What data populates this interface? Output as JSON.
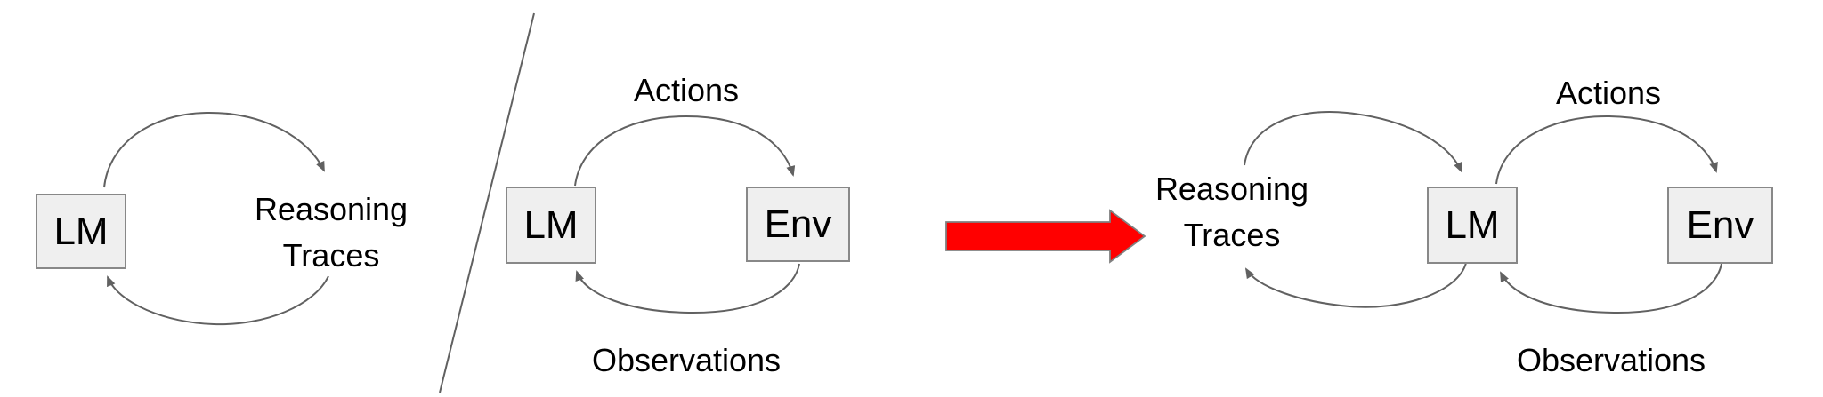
{
  "colors": {
    "accent_red": "#ff0000",
    "box_fill": "#efefef",
    "box_border": "#888888",
    "line": "#616161",
    "text": "#000000"
  },
  "icons": {
    "transform_arrow": "red-right-arrow",
    "divider": "diagonal-divider-line",
    "arrowhead": "gray-curved-arrowhead"
  },
  "reason_only_diagram": {
    "lm_label": "LM",
    "loop_label_line1": "Reasoning",
    "loop_label_line2": "Traces"
  },
  "act_only_diagram": {
    "lm_label": "LM",
    "env_label": "Env",
    "top_label": "Actions",
    "bottom_label": "Observations"
  },
  "react_diagram": {
    "loop_label_line1": "Reasoning",
    "loop_label_line2": "Traces",
    "lm_label": "LM",
    "env_label": "Env",
    "top_label": "Actions",
    "bottom_label": "Observations"
  }
}
